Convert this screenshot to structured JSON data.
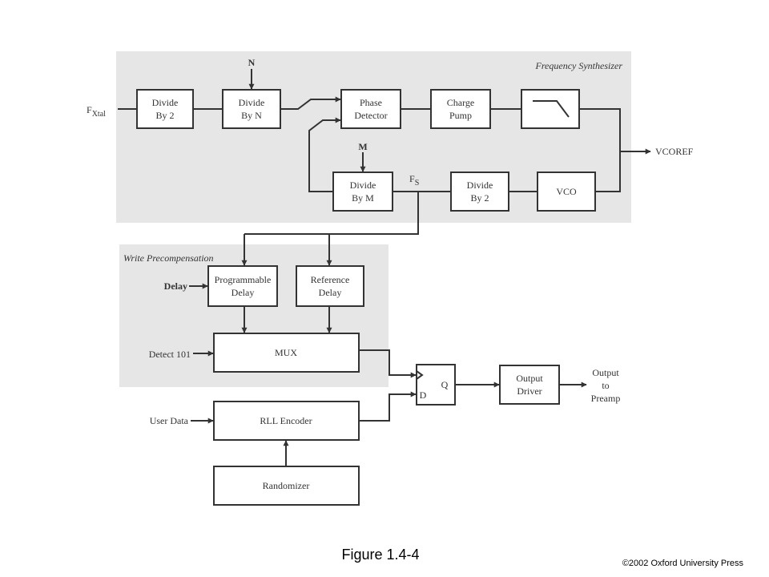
{
  "regions": {
    "synth_title": "Frequency Synthesizer",
    "precomp_title": "Write Precompensation"
  },
  "blocks": {
    "divide2_top": [
      "Divide",
      "By 2"
    ],
    "divide_n": [
      "Divide",
      "By N"
    ],
    "phase_detector": [
      "Phase",
      "Detector"
    ],
    "charge_pump": [
      "Charge",
      "Pump"
    ],
    "divide_m": [
      "Divide",
      "By M"
    ],
    "divide2_fs": [
      "Divide",
      "By 2"
    ],
    "vco": "VCO",
    "prog_delay": [
      "Programmable",
      "Delay"
    ],
    "ref_delay": [
      "Reference",
      "Delay"
    ],
    "mux": "MUX",
    "rll": "RLL Encoder",
    "randomizer": "Randomizer",
    "output_driver": [
      "Output",
      "Driver"
    ],
    "flipflop_q": "Q",
    "flipflop_d": "D"
  },
  "signals": {
    "fxtal_main": "F",
    "fxtal_sub": "Xtal",
    "n": "N",
    "m": "M",
    "fs_main": "F",
    "fs_sub": "S",
    "vcoref": "VCOREF",
    "delay": "Delay",
    "detect": "Detect 101",
    "user_data": "User Data",
    "output": [
      "Output",
      "to",
      "Preamp"
    ]
  },
  "caption": "Figure 1.4-4",
  "copyright": "©2002 Oxford University Press"
}
